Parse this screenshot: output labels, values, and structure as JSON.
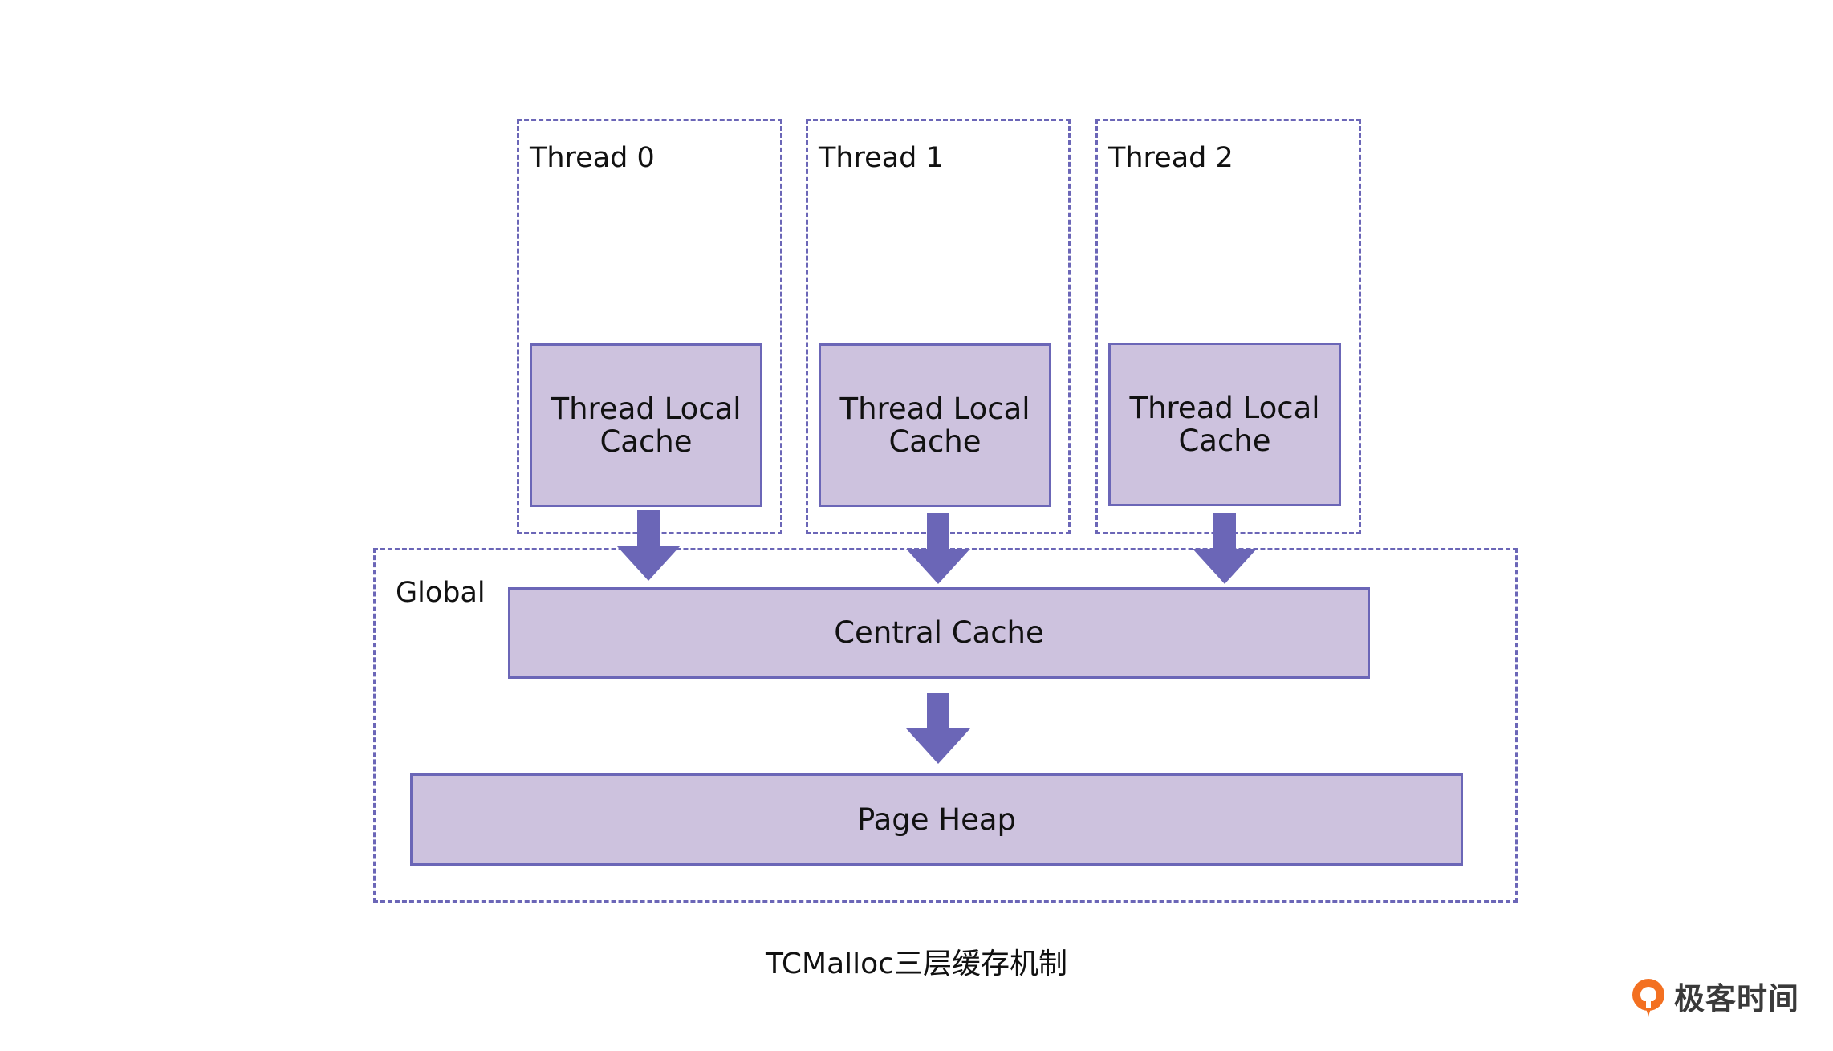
{
  "threads": [
    {
      "label": "Thread 0",
      "cache_label": "Thread Local\nCache"
    },
    {
      "label": "Thread 1",
      "cache_label": "Thread Local\nCache"
    },
    {
      "label": "Thread 2",
      "cache_label": "Thread Local\nCache"
    }
  ],
  "global": {
    "label": "Global",
    "central_cache": "Central Cache",
    "page_heap": "Page Heap"
  },
  "caption": "TCMalloc三层缓存机制",
  "brand": {
    "text": "极客时间",
    "logo_icon": "geektime-logo-icon",
    "logo_color": "#f37021"
  },
  "colors": {
    "border": "#6b66b7",
    "box_fill": "#cdc2de",
    "arrow": "#6b66b7"
  }
}
